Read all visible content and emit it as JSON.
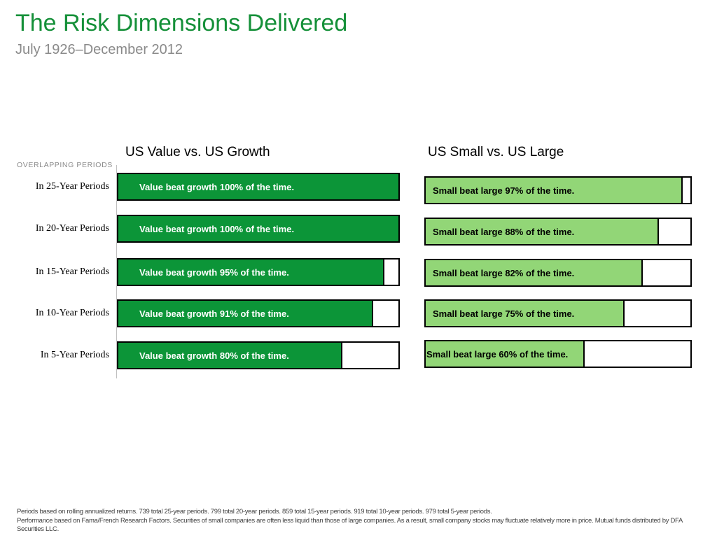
{
  "title": "The Risk Dimensions Delivered",
  "subtitle": "July 1926–December 2012",
  "periods_header": "OVERLAPPING  PERIODS",
  "row_labels": [
    "In 25-Year Periods",
    "In 20-Year Periods",
    "In 15-Year Periods",
    "In 10-Year Periods",
    "In 5-Year Periods"
  ],
  "colors": {
    "title_green": "#159039",
    "value_bar": "#0c9538",
    "small_bar": "#92d677"
  },
  "chart_data": [
    {
      "type": "bar",
      "orientation": "horizontal",
      "title": "US Value vs. US Growth",
      "categories": [
        "In 25-Year Periods",
        "In 20-Year Periods",
        "In 15-Year Periods",
        "In 10-Year Periods",
        "In 5-Year Periods"
      ],
      "values": [
        100,
        100,
        95,
        91,
        80
      ],
      "unit": "%",
      "xlim": [
        0,
        100
      ],
      "data_labels": [
        "Value beat growth 100% of the time.",
        "Value beat growth 100% of the time.",
        "Value beat growth 95% of the time.",
        "Value beat growth 91% of the time.",
        "Value beat growth 80% of the time."
      ],
      "color": "#0c9538"
    },
    {
      "type": "bar",
      "orientation": "horizontal",
      "title": "US Small vs. US Large",
      "categories": [
        "In 25-Year Periods",
        "In 20-Year Periods",
        "In 15-Year Periods",
        "In 10-Year Periods",
        "In 5-Year Periods"
      ],
      "values": [
        97,
        88,
        82,
        75,
        60
      ],
      "unit": "%",
      "xlim": [
        0,
        100
      ],
      "data_labels": [
        "Small beat large 97% of the time.",
        "Small beat large 88% of the time.",
        "Small beat large 82% of the time.",
        "Small beat large 75% of the time.",
        "Small beat large 60% of the time."
      ],
      "color": "#92d677"
    }
  ],
  "footnotes": [
    "Periods based on rolling annualized returns. 739 total 25-year periods. 799 total 20-year periods. 859 total 15-year periods. 919 total 10-year periods. 979 total 5-year periods.",
    "Performance based on Fama/French Research Factors. Securities of small companies are often less liquid than those of large companies. As a result, small company stocks may fluctuate relatively more in price. Mutual funds distributed by DFA Securities LLC."
  ]
}
